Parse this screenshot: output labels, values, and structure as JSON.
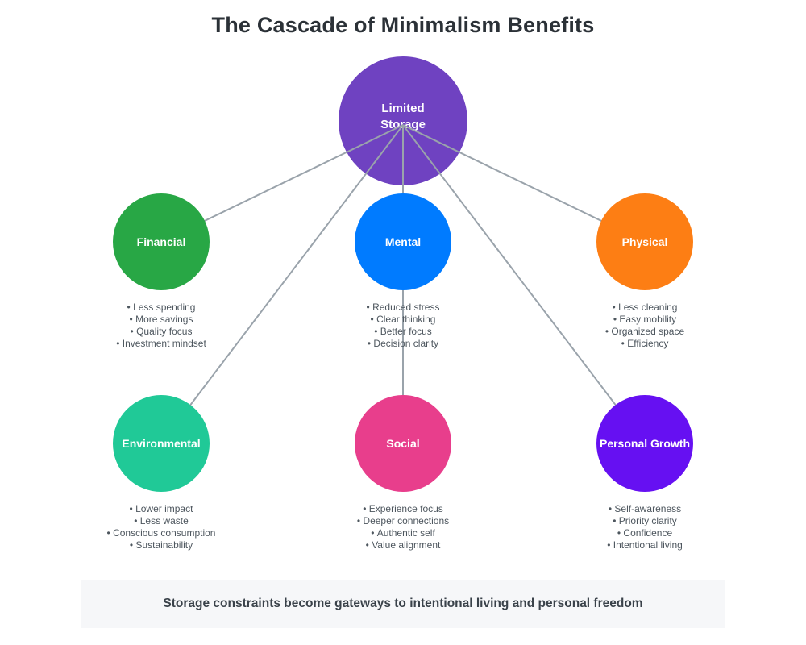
{
  "title": "The Cascade of Minimalism Benefits",
  "line_color": "#9aa3ab",
  "center": {
    "label": "Limited Storage",
    "color": "#6f42c1"
  },
  "nodes": [
    {
      "label": "Financial",
      "color": "#28a745",
      "benefits": [
        "Less spending",
        "More savings",
        "Quality focus",
        "Investment mindset"
      ]
    },
    {
      "label": "Mental",
      "color": "#007bff",
      "benefits": [
        "Reduced stress",
        "Clear thinking",
        "Better focus",
        "Decision clarity"
      ]
    },
    {
      "label": "Physical",
      "color": "#fd7e14",
      "benefits": [
        "Less cleaning",
        "Easy mobility",
        "Organized space",
        "Efficiency"
      ]
    },
    {
      "label": "Environmental",
      "color": "#20c997",
      "benefits": [
        "Lower impact",
        "Less waste",
        "Conscious consumption",
        "Sustainability"
      ]
    },
    {
      "label": "Social",
      "color": "#e83e8c",
      "benefits": [
        "Experience focus",
        "Deeper connections",
        "Authentic self",
        "Value alignment"
      ]
    },
    {
      "label": "Personal Growth",
      "color": "#6610f2",
      "benefits": [
        "Self-awareness",
        "Priority clarity",
        "Confidence",
        "Intentional living"
      ]
    }
  ],
  "footer": {
    "text": "Storage constraints become gateways to intentional living and personal freedom"
  }
}
